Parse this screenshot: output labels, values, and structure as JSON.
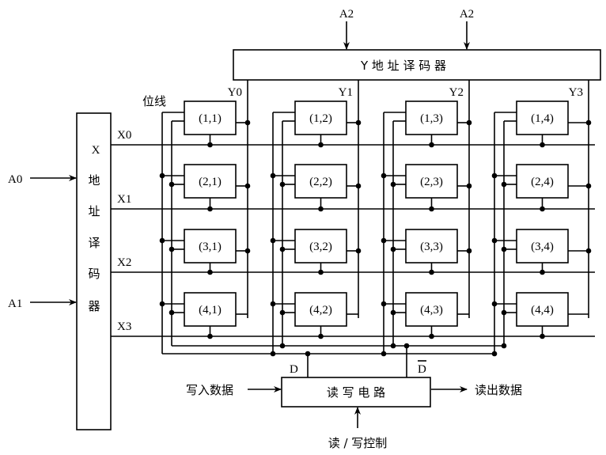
{
  "diagram": {
    "y_decoder": {
      "label": "Y 地 址 译 码 器",
      "inputs": [
        "A2",
        "A2"
      ],
      "outputs": [
        "Y0",
        "Y1",
        "Y2",
        "Y3"
      ]
    },
    "x_decoder": {
      "label_chars": [
        "X",
        "地",
        "址",
        "译",
        "码",
        "器"
      ],
      "inputs": [
        "A0",
        "A1"
      ],
      "outputs": [
        "X0",
        "X1",
        "X2",
        "X3"
      ]
    },
    "bitline_label": "位线",
    "cells": [
      [
        "(1,1)",
        "(1,2)",
        "(1,3)",
        "(1,4)"
      ],
      [
        "(2,1)",
        "(2,2)",
        "(2,3)",
        "(2,4)"
      ],
      [
        "(3,1)",
        "(3,2)",
        "(3,3)",
        "(3,4)"
      ],
      [
        "(4,1)",
        "(4,2)",
        "(4,3)",
        "(4,4)"
      ]
    ],
    "rw_circuit": {
      "label": "读 写 电 路",
      "input_label": "写入数据",
      "output_label": "读出数据",
      "control_label": "读 / 写控制",
      "d_label": "D",
      "dbar_label": "D"
    }
  }
}
